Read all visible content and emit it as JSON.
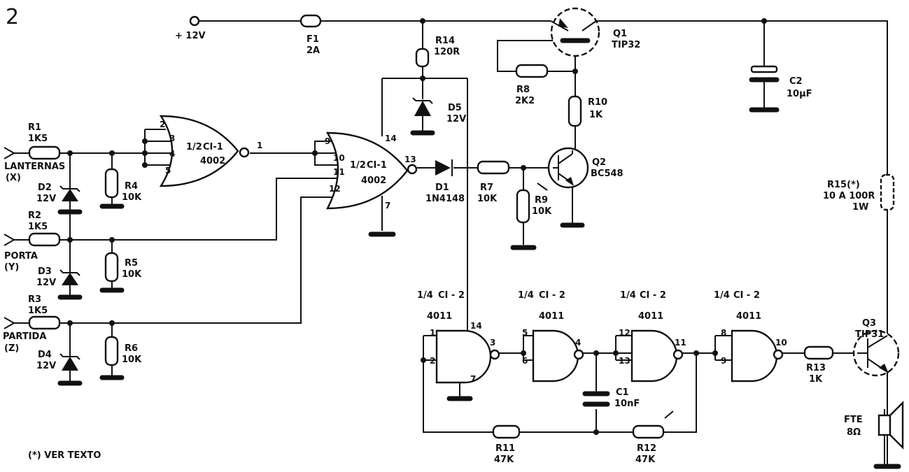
{
  "figure_number": "2",
  "supply": {
    "label": "+ 12V"
  },
  "note": "(*) VER TEXTO",
  "inputs": [
    {
      "name": "LANTERNAS",
      "tag": "(X)"
    },
    {
      "name": "PORTA",
      "tag": "(Y)"
    },
    {
      "name": "PARTIDA",
      "tag": "(Z)"
    }
  ],
  "resistors": [
    {
      "ref": "R1",
      "value": "1K5"
    },
    {
      "ref": "R2",
      "value": "1K5"
    },
    {
      "ref": "R3",
      "value": "1K5"
    },
    {
      "ref": "R4",
      "value": "10K"
    },
    {
      "ref": "R5",
      "value": "10K"
    },
    {
      "ref": "R6",
      "value": "10K"
    },
    {
      "ref": "R7",
      "value": "10K"
    },
    {
      "ref": "R8",
      "value": "2K2"
    },
    {
      "ref": "R9",
      "value": "10K"
    },
    {
      "ref": "R10",
      "value": "1K"
    },
    {
      "ref": "R11",
      "value": "47K"
    },
    {
      "ref": "R12",
      "value": "47K"
    },
    {
      "ref": "R13",
      "value": "1K"
    },
    {
      "ref": "R14",
      "value": "120R"
    },
    {
      "ref": "R15(*)",
      "value": "10 A 100R",
      "power": "1W"
    }
  ],
  "diodes": [
    {
      "ref": "D1",
      "value": "1N4148"
    },
    {
      "ref": "D2",
      "value": "12V"
    },
    {
      "ref": "D3",
      "value": "12V"
    },
    {
      "ref": "D4",
      "value": "12V"
    },
    {
      "ref": "D5",
      "value": "12V"
    }
  ],
  "transistors": [
    {
      "ref": "Q1",
      "value": "TIP32"
    },
    {
      "ref": "Q2",
      "value": "BC548"
    },
    {
      "ref": "Q3",
      "value": "TIP31"
    }
  ],
  "capacitors": [
    {
      "ref": "C1",
      "value": "10nF"
    },
    {
      "ref": "C2",
      "value": "10µF"
    }
  ],
  "fuse": {
    "ref": "F1",
    "value": "2A"
  },
  "speaker": {
    "ref": "FTE",
    "value": "8Ω"
  },
  "nor_gates": [
    {
      "frac": "1/2",
      "ic": "CI-1",
      "part": "4002",
      "in_pins": [
        "2",
        "3",
        "4",
        "5"
      ],
      "out_pin": "1"
    },
    {
      "frac": "1/2",
      "ic": "CI-1",
      "part": "4002",
      "in_pins": [
        "9",
        "10",
        "11",
        "12"
      ],
      "out_pin": "13",
      "vdd_pin": "14",
      "gnd_pin": "7"
    }
  ],
  "nand_gates": [
    {
      "frac": "1/4",
      "ic": "CI - 2",
      "part": "4011",
      "in_pins": [
        "1",
        "2"
      ],
      "out_pin": "3",
      "vdd_pin": "14",
      "gnd_pin": "7"
    },
    {
      "frac": "1/4",
      "ic": "CI - 2",
      "part": "4011",
      "in_pins": [
        "5",
        "6"
      ],
      "out_pin": "4"
    },
    {
      "frac": "1/4",
      "ic": "CI - 2",
      "part": "4011",
      "in_pins": [
        "12",
        "13"
      ],
      "out_pin": "11"
    },
    {
      "frac": "1/4",
      "ic": "CI - 2",
      "part": "4011",
      "in_pins": [
        "8",
        "9"
      ],
      "out_pin": "10"
    }
  ]
}
